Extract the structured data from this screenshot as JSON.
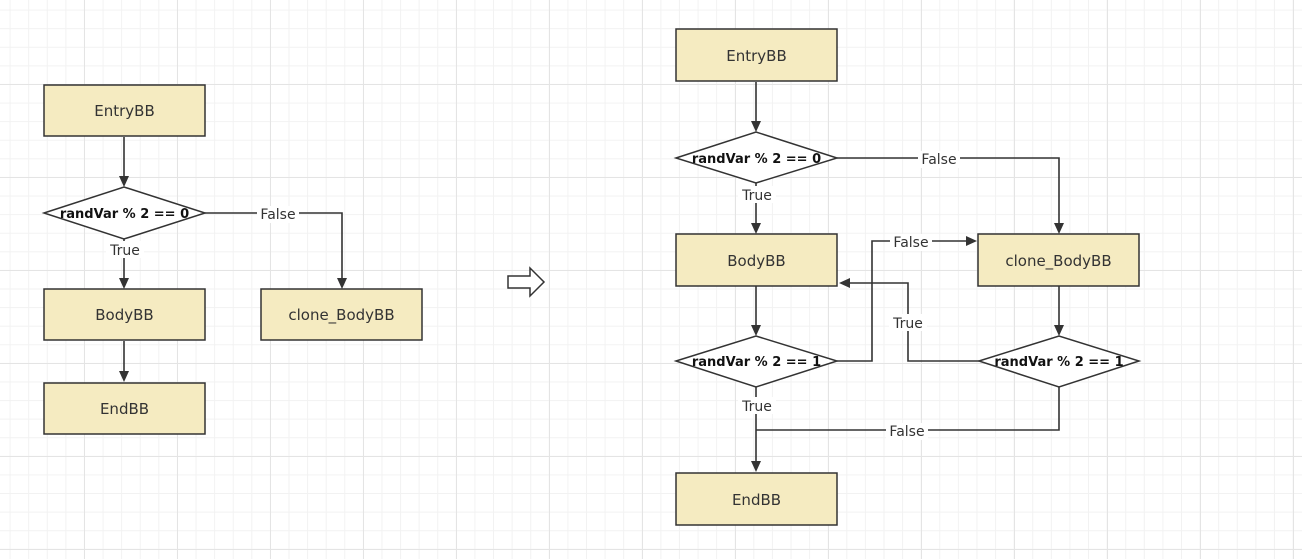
{
  "before": {
    "nodes": {
      "entry": "EntryBB",
      "cond": "randVar % 2 == 0",
      "body": "BodyBB",
      "clone": "clone_BodyBB",
      "end": "EndBB"
    },
    "edge_labels": {
      "cond_true": "True",
      "cond_false": "False"
    }
  },
  "after": {
    "nodes": {
      "entry": "EntryBB",
      "cond0": "randVar % 2 == 0",
      "body": "BodyBB",
      "clone": "clone_BodyBB",
      "cond1_left": "randVar % 2 == 1",
      "cond1_right": "randVar % 2 == 1",
      "end": "EndBB"
    },
    "edge_labels": {
      "cond0_true": "True",
      "cond0_false": "False",
      "cond1_left_true": "True",
      "cond1_left_false": "False",
      "cond1_right_true": "True",
      "cond1_right_false": "False"
    }
  },
  "colors": {
    "block_fill": "#f5ebc1",
    "stroke": "#333333"
  },
  "icons": {
    "transform": "right-arrow-outline-icon"
  }
}
